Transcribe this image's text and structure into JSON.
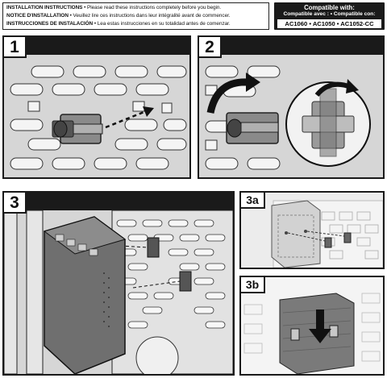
{
  "header": {
    "lines": [
      {
        "title": "INSTALLATION INSTRUCTIONS",
        "text": " • Please read these instructions completely before you begin."
      },
      {
        "title": "NOTICE D'INSTALLATION",
        "text": " • Veuillez lire ces instructions dans leur intégralité avant de commencer."
      },
      {
        "title": "INSTRUCCIONES DE INSTALACIÓN",
        "text": " • Lea estas instrucciones en su totalidad antes de comenzar."
      }
    ]
  },
  "compat": {
    "title": "Compatible with:",
    "subtitle": "Compatible avec : • Compatible con:",
    "models": "AC1060 • AC1050 • AC1052-CC"
  },
  "steps": {
    "step1": "1",
    "step2": "2",
    "step3": "3",
    "step3a": "3a",
    "step3b": "3b"
  },
  "colors": {
    "frame": "#1a1a1a",
    "panel_gray": "#d6d6d6",
    "light_gray": "#ececec",
    "device_gray": "#7a7a7a"
  },
  "icons": {
    "arrow_step1": "dashed-arrow-icon",
    "arrow_step2": "rotate-arrow-icon",
    "arrow_step3b": "down-arrow-icon"
  }
}
